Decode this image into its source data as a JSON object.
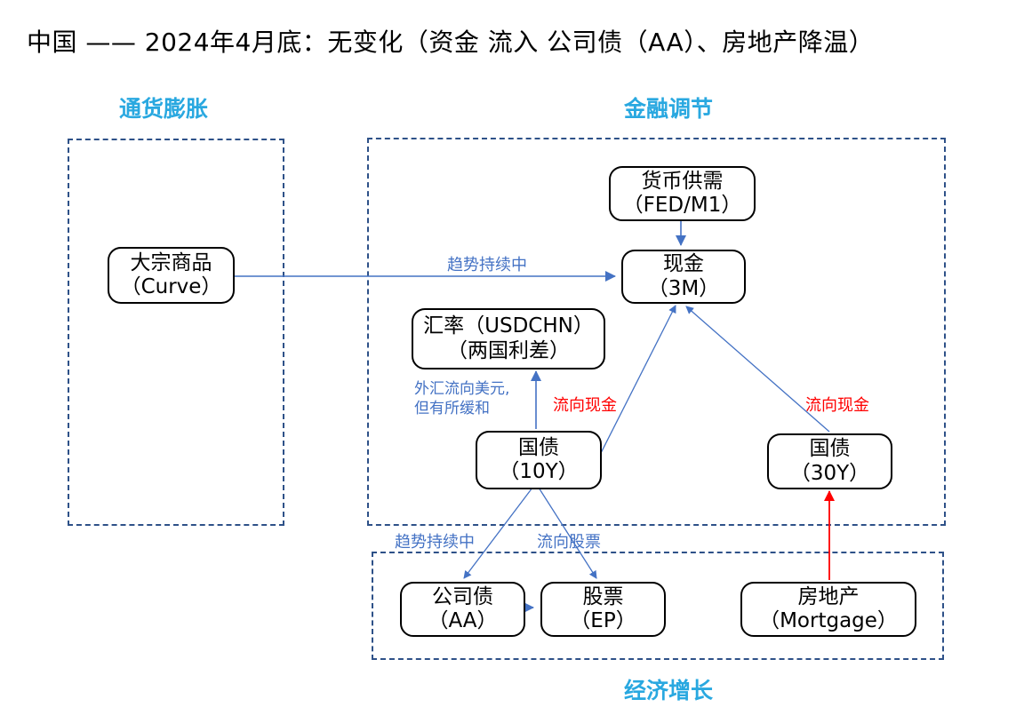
{
  "title": "中国 —— 2024年4月底：无变化（资金 流入 公司债（AA）、房地产降温）",
  "sections": {
    "inflation": {
      "label": "通货膨胀"
    },
    "finance": {
      "label": "金融调节"
    },
    "growth": {
      "label": "经济增长"
    }
  },
  "nodes": {
    "commodity": {
      "line1": "大宗商品",
      "line2": "（Curve）"
    },
    "money_supply": {
      "line1": "货币供需",
      "line2": "（FED/M1）"
    },
    "cash": {
      "line1": "现金",
      "line2": "（3M）"
    },
    "fx": {
      "line1": "汇率（USDCHN）",
      "line2": "（两国利差）"
    },
    "bond10": {
      "line1": "国债",
      "line2": "（10Y）"
    },
    "bond30": {
      "line1": "国债",
      "line2": "（30Y）"
    },
    "corp_bond": {
      "line1": "公司债",
      "line2": "（AA）"
    },
    "stock": {
      "line1": "股票",
      "line2": "（EP）"
    },
    "real_estate": {
      "line1": "房地产",
      "line2": "（Mortgage）"
    }
  },
  "edge_labels": {
    "trend_top": "趋势持续中",
    "fx_flow_line1": "外汇流向美元,",
    "fx_flow_line2": "但有所缓和",
    "flow_cash_left": "流向现金",
    "flow_cash_right": "流向现金",
    "trend_bottom": "趋势持续中",
    "flow_stock": "流向股票"
  },
  "colors": {
    "section_label_blue": "#29a8e0",
    "section_border_navy": "#2e5188",
    "arrow_blue": "#4472c4",
    "arrow_red": "#ff0000",
    "node_border": "#000000",
    "title_text": "#000000"
  }
}
